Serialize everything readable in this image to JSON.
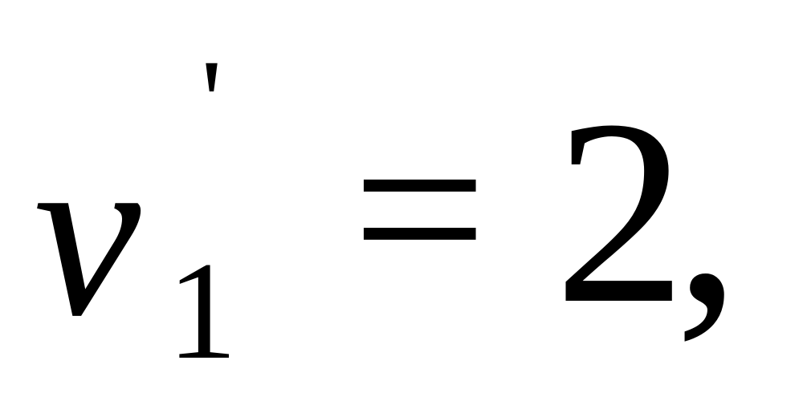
{
  "formula": {
    "variable": "ν",
    "prime": "'",
    "subscript": "1",
    "operator": "=",
    "value": "2",
    "punctuation": ","
  }
}
